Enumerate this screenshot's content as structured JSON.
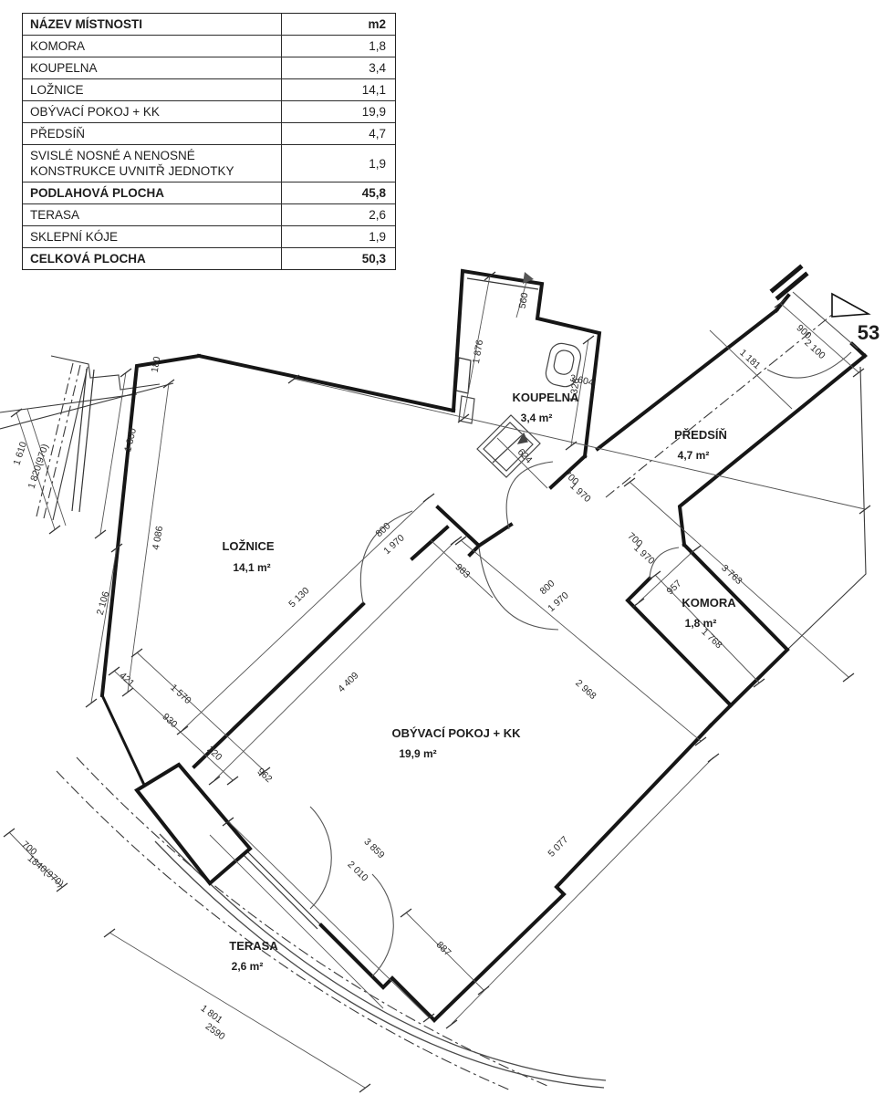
{
  "table": {
    "header": {
      "name": "NÁZEV MÍSTNOSTI",
      "unit": "m2"
    },
    "rows": [
      {
        "name": "KOMORA",
        "value": "1,8"
      },
      {
        "name": "KOUPELNA",
        "value": "3,4"
      },
      {
        "name": "LOŽNICE",
        "value": "14,1"
      },
      {
        "name": "OBÝVACÍ POKOJ + KK",
        "value": "19,9"
      },
      {
        "name": "PŘEDSÍŇ",
        "value": "4,7"
      },
      {
        "name": "SVISLÉ NOSNÉ A NENOSNÉ KONSTRUKCE UVNITŘ JEDNOTKY",
        "value": "1,9"
      },
      {
        "name": "PODLAHOVÁ PLOCHA",
        "value": "45,8"
      },
      {
        "name": "TERASA",
        "value": "2,6"
      },
      {
        "name": "SKLEPNÍ KÓJE",
        "value": "1,9"
      },
      {
        "name": "CELKOVÁ PLOCHA",
        "value": "50,3"
      }
    ]
  },
  "plan": {
    "unit_number": "53",
    "rooms": [
      {
        "name": "KOUPELNA",
        "area": "3,4 m²"
      },
      {
        "name": "PŘEDSÍŇ",
        "area": "4,7 m²"
      },
      {
        "name": "LOŽNICE",
        "area": "14,1 m²"
      },
      {
        "name": "KOMORA",
        "area": "1,8 m²"
      },
      {
        "name": "OBÝVACÍ POKOJ + KK",
        "area": "19,9 m²"
      },
      {
        "name": "TERASA",
        "area": "2,6 m²"
      }
    ],
    "dims": [
      {
        "t": "3 604"
      },
      {
        "t": "180"
      },
      {
        "t": "1 610"
      },
      {
        "t": "1 820(970)"
      },
      {
        "t": "1 800"
      },
      {
        "t": "4 086"
      },
      {
        "t": "2 106"
      },
      {
        "t": "5 130"
      },
      {
        "t": "983"
      },
      {
        "t": "421"
      },
      {
        "t": "1 570"
      },
      {
        "t": "930"
      },
      {
        "t": "220"
      },
      {
        "t": "962"
      },
      {
        "t": "4 409"
      },
      {
        "t": "2 968"
      },
      {
        "t": "3 859"
      },
      {
        "t": "2 010"
      },
      {
        "t": "5 077"
      },
      {
        "t": "887"
      },
      {
        "t": "1 801"
      },
      {
        "t": "2590"
      },
      {
        "t": "700"
      },
      {
        "t": "1840(970)"
      },
      {
        "t": "1 876"
      },
      {
        "t": "560"
      },
      {
        "t": "1 326"
      },
      {
        "t": "624"
      },
      {
        "t": "700"
      },
      {
        "t": "1 970"
      },
      {
        "t": "700"
      },
      {
        "t": "1 970"
      },
      {
        "t": "800"
      },
      {
        "t": "1 970"
      },
      {
        "t": "800"
      },
      {
        "t": "1 970"
      },
      {
        "t": "900"
      },
      {
        "t": "2 100"
      },
      {
        "t": "1 181"
      },
      {
        "t": "3 763"
      },
      {
        "t": "957"
      },
      {
        "t": "1 768"
      }
    ]
  },
  "colors": {
    "wall": "#161616",
    "thin": "#3a3a3a",
    "dimline": "#555"
  }
}
